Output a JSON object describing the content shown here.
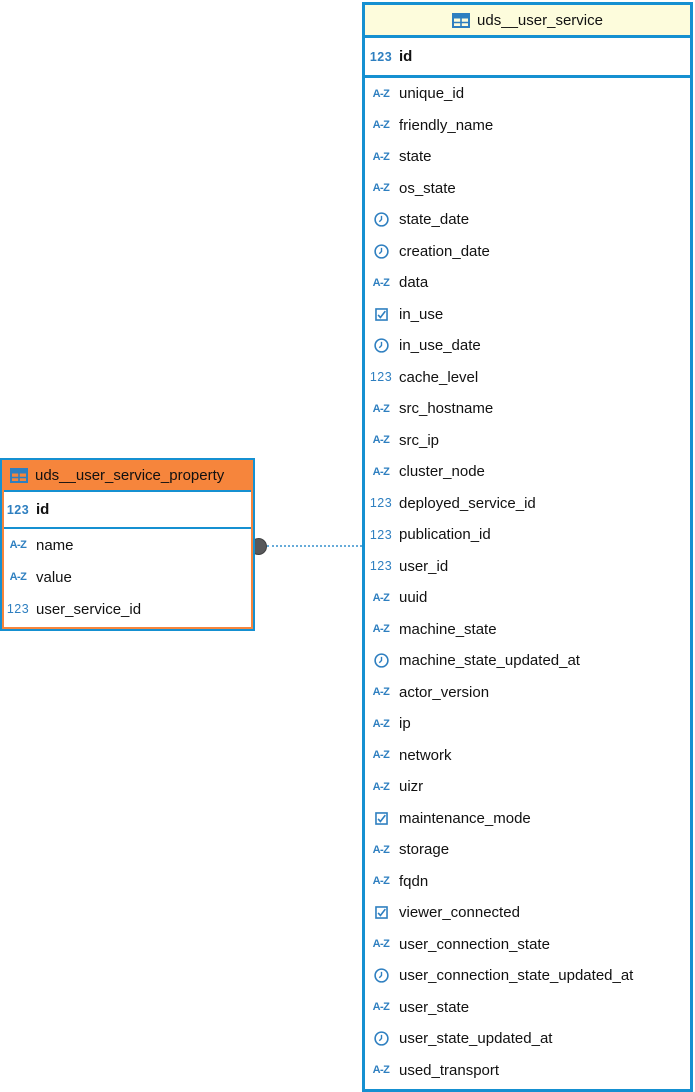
{
  "window": {
    "background": "#ffffff"
  },
  "colors": {
    "table_border": "#1590d1",
    "selection_orange": "#f6853c",
    "icon_blue": "#2e7fc0",
    "relation_line": "#66abd9",
    "relation_endpoint": "#58595b"
  },
  "icons": {
    "number_glyph": "123",
    "text_glyph": "A-Z"
  },
  "tables": [
    {
      "name": "uds__user_service_property",
      "header_bg": "#f6853c",
      "selected": true,
      "primary_keys": [
        {
          "type": "number",
          "name": "id"
        }
      ],
      "columns": [
        {
          "type": "text",
          "name": "name"
        },
        {
          "type": "text",
          "name": "value"
        },
        {
          "type": "number",
          "name": "user_service_id"
        }
      ]
    },
    {
      "name": "uds__user_service",
      "header_bg": "#fdfcdc",
      "selected": false,
      "primary_keys": [
        {
          "type": "number",
          "name": "id"
        }
      ],
      "columns": [
        {
          "type": "text",
          "name": "unique_id"
        },
        {
          "type": "text",
          "name": "friendly_name"
        },
        {
          "type": "text",
          "name": "state"
        },
        {
          "type": "text",
          "name": "os_state"
        },
        {
          "type": "datetime",
          "name": "state_date"
        },
        {
          "type": "datetime",
          "name": "creation_date"
        },
        {
          "type": "text",
          "name": "data"
        },
        {
          "type": "boolean",
          "name": "in_use"
        },
        {
          "type": "datetime",
          "name": "in_use_date"
        },
        {
          "type": "number",
          "name": "cache_level"
        },
        {
          "type": "text",
          "name": "src_hostname"
        },
        {
          "type": "text",
          "name": "src_ip"
        },
        {
          "type": "text",
          "name": "cluster_node"
        },
        {
          "type": "number",
          "name": "deployed_service_id"
        },
        {
          "type": "number",
          "name": "publication_id"
        },
        {
          "type": "number",
          "name": "user_id"
        },
        {
          "type": "text",
          "name": "uuid"
        },
        {
          "type": "text",
          "name": "machine_state"
        },
        {
          "type": "datetime",
          "name": "machine_state_updated_at"
        },
        {
          "type": "text",
          "name": "actor_version"
        },
        {
          "type": "text",
          "name": "ip"
        },
        {
          "type": "text",
          "name": "network"
        },
        {
          "type": "text",
          "name": "uizr"
        },
        {
          "type": "boolean",
          "name": "maintenance_mode"
        },
        {
          "type": "text",
          "name": "storage"
        },
        {
          "type": "text",
          "name": "fqdn"
        },
        {
          "type": "boolean",
          "name": "viewer_connected"
        },
        {
          "type": "text",
          "name": "user_connection_state"
        },
        {
          "type": "datetime",
          "name": "user_connection_state_updated_at"
        },
        {
          "type": "text",
          "name": "user_state"
        },
        {
          "type": "datetime",
          "name": "user_state_updated_at"
        },
        {
          "type": "text",
          "name": "used_transport"
        }
      ]
    }
  ],
  "relation": {
    "from_table": "uds__user_service_property",
    "to_table": "uds__user_service",
    "line_style": "dotted",
    "endpoint": "circle"
  }
}
